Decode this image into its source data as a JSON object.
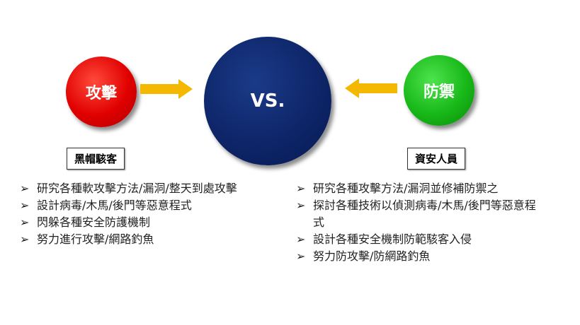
{
  "attack": {
    "label": "攻擊",
    "title": "黑帽駭客",
    "items": [
      "研究各種軟攻擊方法/漏洞/整天到處攻擊",
      "設計病毒/木馬/後門等惡意程式",
      "閃躲各種安全防護機制",
      "努力進行攻擊/網路釣魚"
    ]
  },
  "vs": {
    "label": "VS."
  },
  "defense": {
    "label": "防禦",
    "title": "資安人員",
    "items": [
      "研究各種攻擊方法/漏洞並修補防禦之",
      "探討各種技術以偵測病毒/木馬/後門等惡意程式",
      "設計各種安全機制防範駭客入侵",
      "努力防攻擊/防網路釣魚"
    ]
  },
  "colors": {
    "attack": "#e00000",
    "vs": "#0d2466",
    "defense": "#18b818",
    "arrow": "#f5b800"
  }
}
